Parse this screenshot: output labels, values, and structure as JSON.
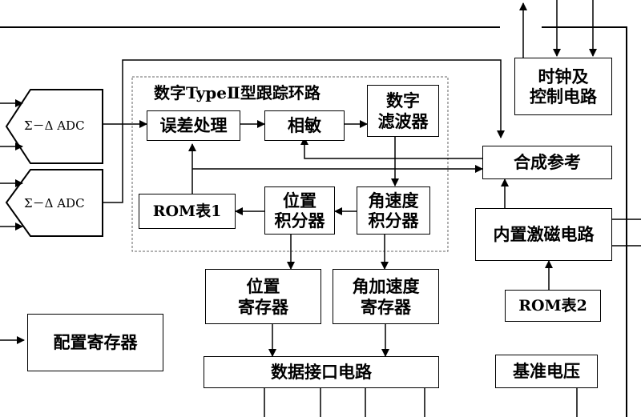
{
  "loop_title": "数字TypeⅡ型跟踪环路",
  "adc": {
    "label": "Σ－Δ ADC"
  },
  "blocks": {
    "clock_ctrl": [
      "时钟及",
      "控制电路"
    ],
    "error_proc": "误差处理",
    "phase_detect": "相敏",
    "digital_filter": [
      "数字",
      "滤波器"
    ],
    "synth_ref": "合成参考",
    "rom1": "ROM表1",
    "pos_integrator": [
      "位置",
      "积分器"
    ],
    "vel_integrator": [
      "角速度",
      "积分器"
    ],
    "excitation": "内置激磁电路",
    "pos_register": [
      "位置",
      "寄存器"
    ],
    "acc_register": [
      "角加速度",
      "寄存器"
    ],
    "rom2": "ROM表2",
    "config_register": "配置寄存器",
    "data_interface": "数据接口电路",
    "ref_voltage": "基准电压"
  }
}
